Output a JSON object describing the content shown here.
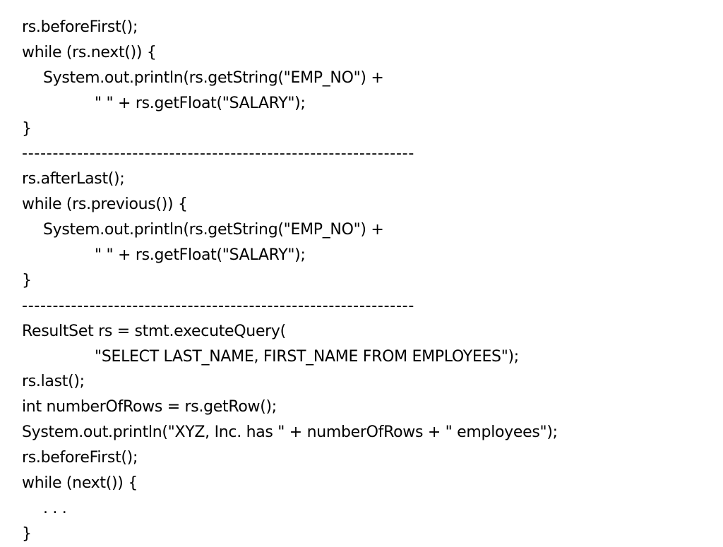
{
  "lines": [
    {
      "text": "rs.beforeFirst();",
      "indent": 0
    },
    {
      "text": "while (rs.next()) {",
      "indent": 0
    },
    {
      "text": "System.out.println(rs.getString(\"EMP_NO\") +",
      "indent": 1
    },
    {
      "text": "\" \" + rs.getFloat(\"SALARY\");",
      "indent": 2
    },
    {
      "text": "}",
      "indent": 0
    },
    {
      "text": "----------------------------------------------------------------",
      "indent": 0,
      "separator": true
    },
    {
      "text": "rs.afterLast();",
      "indent": 0
    },
    {
      "text": "while (rs.previous()) {",
      "indent": 0
    },
    {
      "text": "System.out.println(rs.getString(\"EMP_NO\") +",
      "indent": 1
    },
    {
      "text": "\" \" + rs.getFloat(\"SALARY\");",
      "indent": 2
    },
    {
      "text": "}",
      "indent": 0
    },
    {
      "text": "----------------------------------------------------------------",
      "indent": 0,
      "separator": true
    },
    {
      "text": "ResultSet rs = stmt.executeQuery(",
      "indent": 0
    },
    {
      "text": "\"SELECT LAST_NAME, FIRST_NAME FROM EMPLOYEES\");",
      "indent": 2
    },
    {
      "text": "rs.last();",
      "indent": 0
    },
    {
      "text": "int numberOfRows = rs.getRow();",
      "indent": 0
    },
    {
      "text": "System.out.println(\"XYZ, Inc. has \" + numberOfRows + \" employees\");",
      "indent": 0
    },
    {
      "text": "rs.beforeFirst();",
      "indent": 0
    },
    {
      "text": "while (next()) {",
      "indent": 0
    },
    {
      "text": ". . .",
      "indent": 1
    },
    {
      "text": "}",
      "indent": 0
    }
  ]
}
